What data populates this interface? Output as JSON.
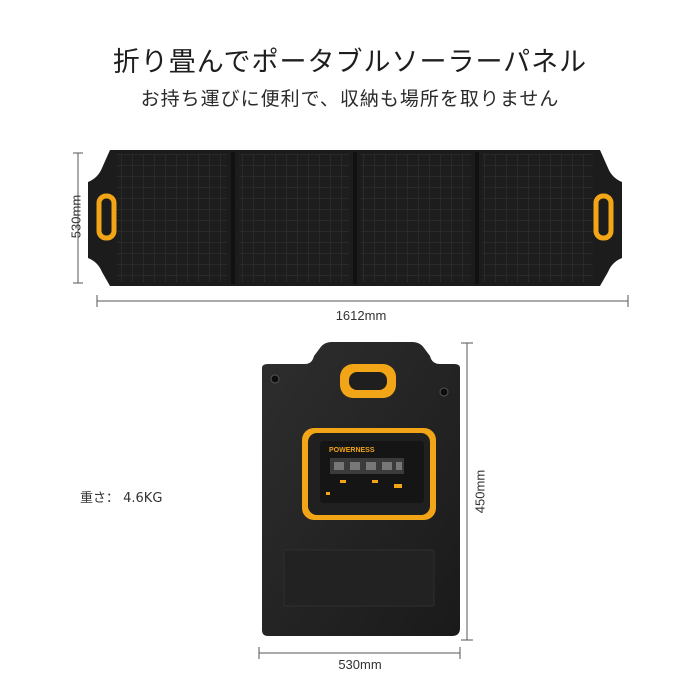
{
  "header": {
    "title": "折り畳んでポータブルソーラーパネル",
    "subtitle": "お持ち運びに便利で、収納も場所を取りません"
  },
  "dimensions": {
    "unfolded_height": "530mm",
    "unfolded_width": "1612mm",
    "folded_height": "450mm",
    "folded_width": "530mm"
  },
  "specs": {
    "weight": "重さ： 4.6KG"
  },
  "device": {
    "brand": "POWERNESS"
  },
  "colors": {
    "panel": "#1b1b1b",
    "accent": "#f2a516",
    "cell_line": "#3a3a3a"
  }
}
